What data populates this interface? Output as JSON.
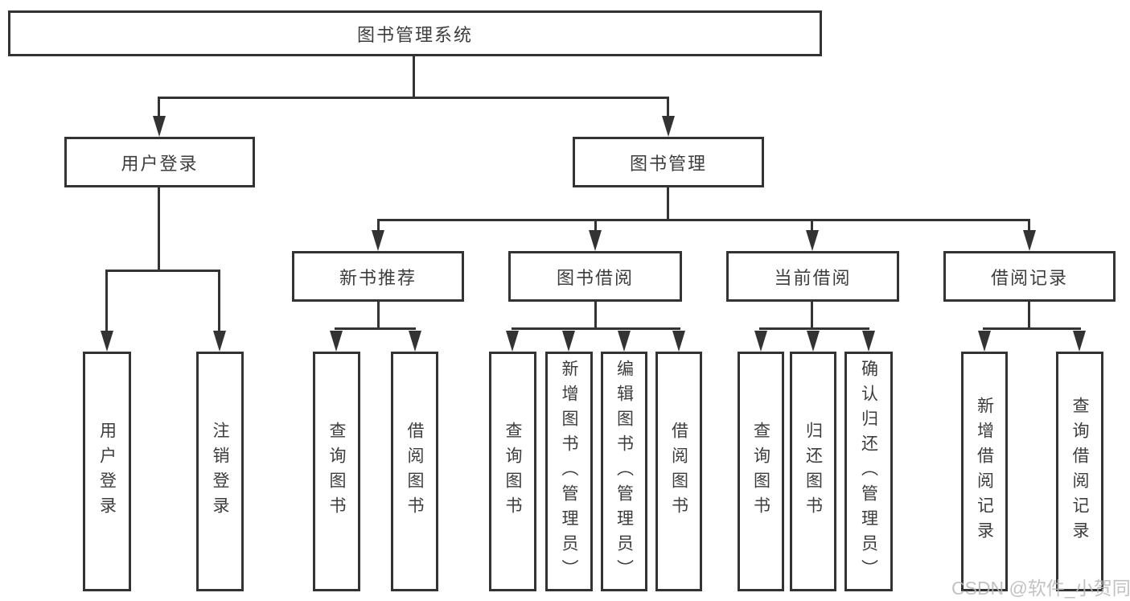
{
  "diagram": {
    "root": {
      "label": "图书管理系统"
    },
    "branches": [
      {
        "label": "用户登录",
        "children": [
          {
            "label": "用户登录"
          },
          {
            "label": "注销登录"
          }
        ]
      },
      {
        "label": "图书管理",
        "children": [
          {
            "label": "新书推荐",
            "children": [
              {
                "label": "查询图书"
              },
              {
                "label": "借阅图书"
              }
            ]
          },
          {
            "label": "图书借阅",
            "children": [
              {
                "label": "查询图书"
              },
              {
                "label": "新增图书（管理员）"
              },
              {
                "label": "编辑图书（管理员）"
              },
              {
                "label": "借阅图书"
              }
            ]
          },
          {
            "label": "当前借阅",
            "children": [
              {
                "label": "查询图书"
              },
              {
                "label": "归还图书"
              },
              {
                "label": "确认归还（管理员）"
              }
            ]
          },
          {
            "label": "借阅记录",
            "children": [
              {
                "label": "新增借阅记录"
              },
              {
                "label": "查询借阅记录"
              }
            ]
          }
        ]
      }
    ]
  },
  "watermark": {
    "text": "CSDN @软件_小贺同学"
  },
  "colors": {
    "line": "#333333",
    "border": "#333333",
    "text": "#3d3d3d",
    "watermark": "#b8b8b8",
    "background": "#ffffff"
  }
}
